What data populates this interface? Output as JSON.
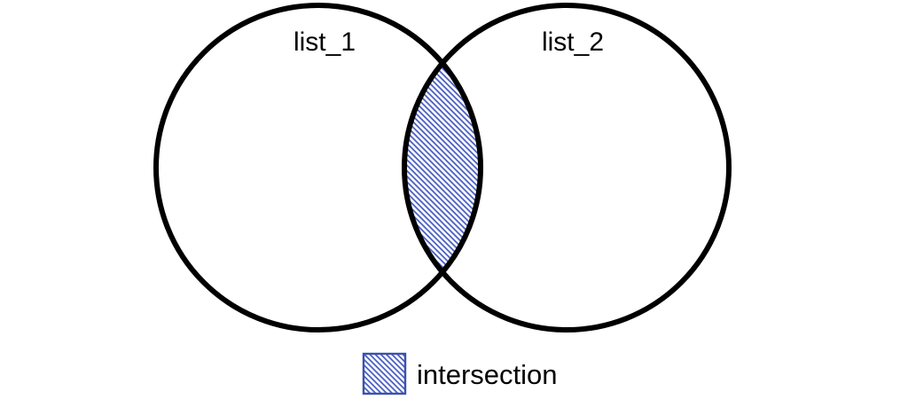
{
  "venn": {
    "type": "venn-diagram",
    "sets": [
      {
        "label": "list_1"
      },
      {
        "label": "list_2"
      }
    ],
    "legend": {
      "label": "intersection",
      "swatch_style": "diagonal-hatch"
    },
    "colors": {
      "circle_outline": "#000000",
      "hatch_stripe": "#4a5fc1",
      "legend_border": "#3b52ab",
      "text": "#000000",
      "background": "#ffffff"
    }
  }
}
